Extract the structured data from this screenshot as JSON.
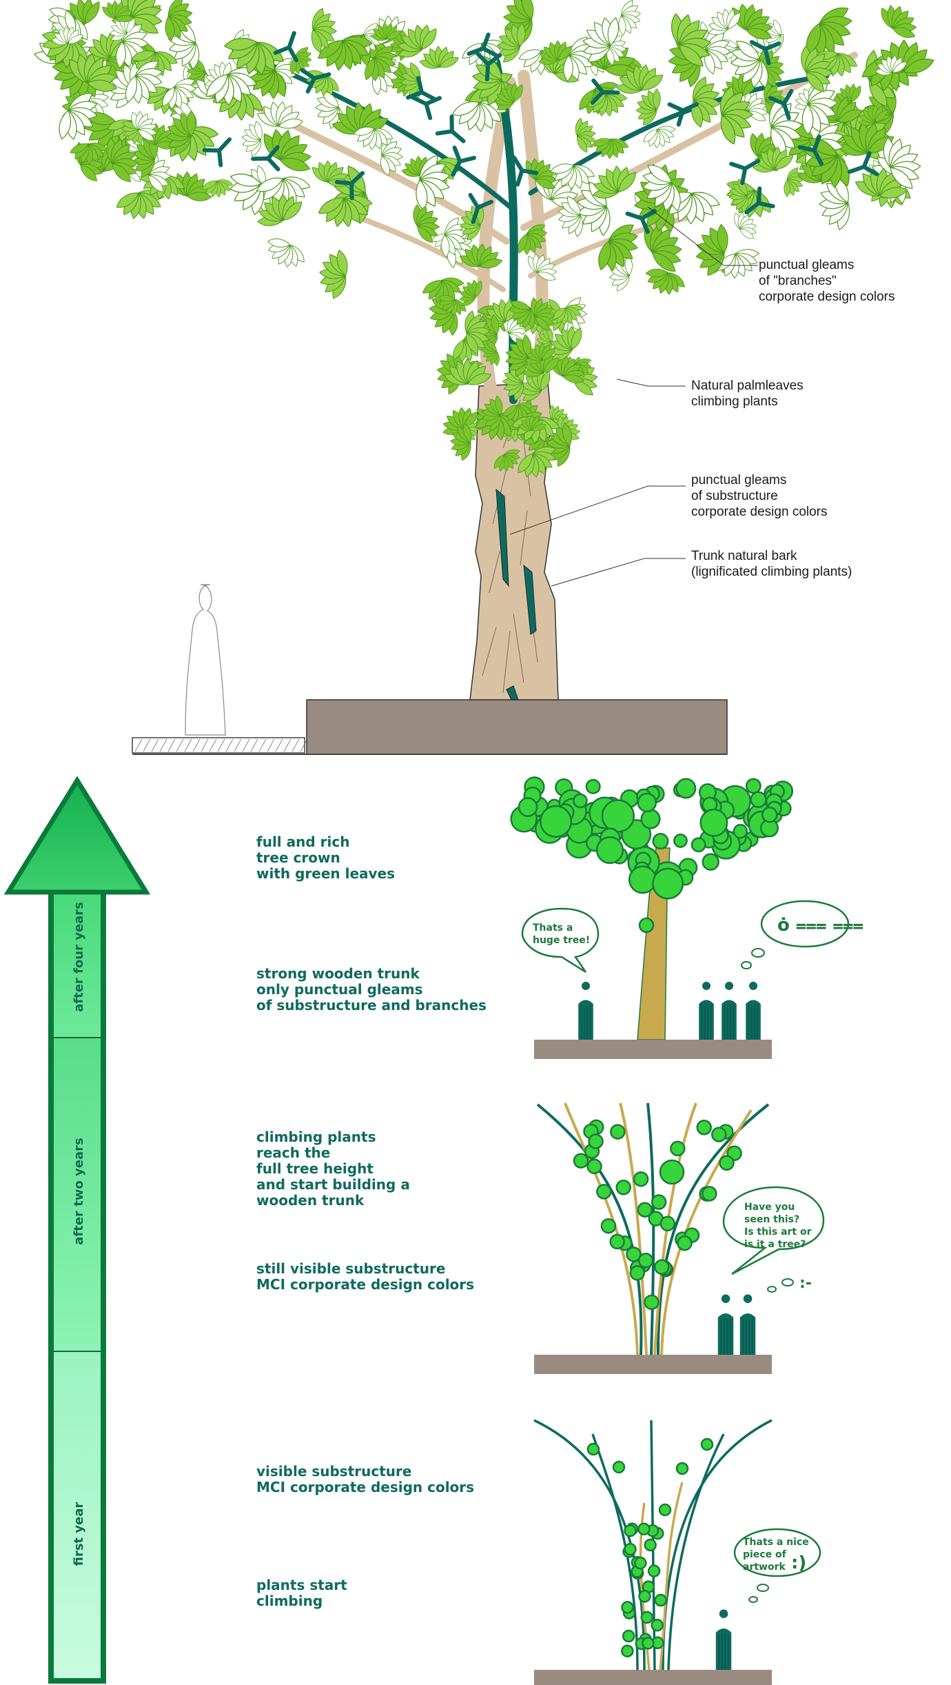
{
  "top_annotations": [
    {
      "lines": [
        "punctual gleams",
        "of \"branches\"",
        "corporate design colors"
      ]
    },
    {
      "lines": [
        "Natural palmleaves",
        "climbing plants"
      ]
    },
    {
      "lines": [
        "punctual gleams",
        "of substructure",
        "corporate design colors"
      ]
    },
    {
      "lines": [
        "Trunk natural bark",
        "(lignificated climbing plants)"
      ]
    }
  ],
  "timeline": {
    "segments": [
      "after four years",
      "after two years",
      "first year"
    ]
  },
  "stages": {
    "four_years": {
      "caption_a": [
        "full and rich",
        "tree crown",
        "with green leaves"
      ],
      "caption_b": [
        "strong wooden trunk",
        "only punctual gleams",
        "of substructure and branches"
      ],
      "bubble": [
        "Thats a",
        "huge tree!"
      ],
      "thought": "ȯ ⩶ ⩶"
    },
    "two_years": {
      "caption_a": [
        "climbing plants",
        "reach the",
        "full tree height",
        "and start building a",
        "wooden trunk"
      ],
      "caption_b": [
        "still visible substructure",
        "MCI corporate design colors"
      ],
      "bubble": [
        "Have you",
        "seen this?",
        "Is this art or",
        "is it a tree?"
      ],
      "thought": ":-"
    },
    "first_year": {
      "caption_a": [
        "visible substructure",
        "MCI corporate design colors"
      ],
      "caption_b": [
        "plants start",
        "climbing"
      ],
      "bubble": [
        "Thats a nice",
        "piece of",
        "artwork"
      ],
      "thought": ":)"
    }
  },
  "colors": {
    "leaf": "#7cc42c",
    "leaf_dark": "#4f9a1e",
    "teal": "#0c6b5e",
    "trunk": "#d9c2a4",
    "planter": "#9a8b80",
    "bubble_green": "#1c7a3a",
    "dot": "#37d43c",
    "gold": "#c9a94e"
  }
}
